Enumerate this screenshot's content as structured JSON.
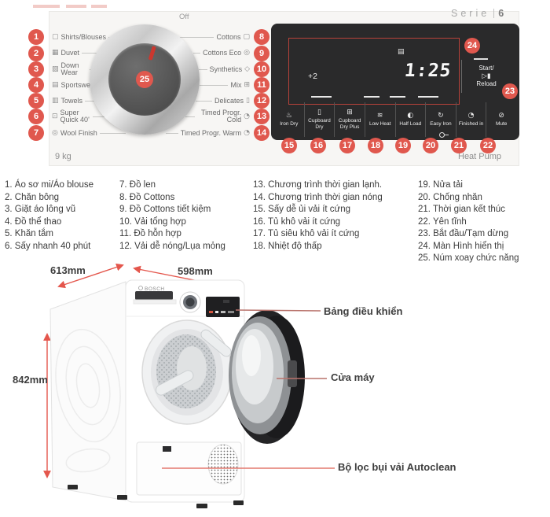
{
  "panel": {
    "off_label": "Off",
    "serie_word": "Serie",
    "serie_num": "6",
    "capacity": "9 kg",
    "tech": "Heat Pump",
    "dial_num": "25",
    "left_programs": [
      {
        "num": "1",
        "label": "Shirts/Blouses",
        "icon": "▢"
      },
      {
        "num": "2",
        "label": "Duvet",
        "icon": "▦"
      },
      {
        "num": "3",
        "label": "Down Wear",
        "icon": "▧"
      },
      {
        "num": "4",
        "label": "Sportswear",
        "icon": "▤"
      },
      {
        "num": "5",
        "label": "Towels",
        "icon": "▥"
      },
      {
        "num": "6",
        "label": "Super Quick 40'",
        "icon": "⊡"
      },
      {
        "num": "7",
        "label": "Wool Finish",
        "icon": "◎"
      }
    ],
    "right_programs": [
      {
        "num": "8",
        "label": "Cottons",
        "icon": "▢"
      },
      {
        "num": "9",
        "label": "Cottons Eco",
        "icon": "◎"
      },
      {
        "num": "10",
        "label": "Synthetics",
        "icon": "◇"
      },
      {
        "num": "11",
        "label": "Mix",
        "icon": "⊞"
      },
      {
        "num": "12",
        "label": "Delicates",
        "icon": "▯"
      },
      {
        "num": "13",
        "label": "Timed Progr. Cold",
        "icon": "◔"
      },
      {
        "num": "14",
        "label": "Timed Progr. Warm",
        "icon": "◔"
      }
    ],
    "display": {
      "num": "24",
      "offset": "+2",
      "time": "1:25",
      "icon": "▤"
    },
    "start": {
      "num": "23",
      "line1": "Start/",
      "icon": "▷▮",
      "line2": "Reload"
    },
    "buttons": [
      {
        "num": "15",
        "label": "Iron Dry",
        "icon": "♨"
      },
      {
        "num": "16",
        "label": "Cupboard Dry",
        "icon": "▯"
      },
      {
        "num": "17",
        "label": "Cupboard Dry Plus",
        "icon": "⊞"
      },
      {
        "num": "18",
        "label": "Low Heat",
        "icon": "≋"
      },
      {
        "num": "19",
        "label": "Half Load",
        "icon": "◐"
      },
      {
        "num": "20",
        "label": "Easy Iron",
        "icon": "↻"
      },
      {
        "num": "21",
        "label": "Finished in",
        "icon": "◔"
      },
      {
        "num": "22",
        "label": "Mute",
        "icon": "⊘"
      }
    ]
  },
  "legend": {
    "col1": [
      "1. Áo sơ mi/Áo blouse",
      "2. Chăn bông",
      "3. Giặt áo lông vũ",
      "4. Đồ thể thao",
      "5. Khăn tắm",
      "6. Sấy nhanh 40 phút"
    ],
    "col2": [
      "7. Đồ len",
      "8. Đồ Cottons",
      "9. Đồ Cottons tiết kiệm",
      "10. Vải tổng hợp",
      "11. Đồ hỗn hợp",
      "12. Vải dễ nóng/Lụa mỏng"
    ],
    "col3": [
      "13. Chương trình thời gian lạnh.",
      "14. Chương trình thời gian nóng",
      "15. Sấy dễ ủi vải ít cứng",
      "16. Tủ khô vải ít cứng",
      "17. Tủ siêu khô vải ít cứng",
      "18. Nhiệt độ thấp"
    ],
    "col4": [
      "19. Nửa tải",
      "20. Chống nhăn",
      "21. Thời gian kết thúc",
      "22. Yên tĩnh",
      "23. Bắt đầu/Tạm dừng",
      "24. Màn Hình hiển thị",
      "25. Núm xoay chức năng"
    ]
  },
  "drawing": {
    "brand": "BOSCH",
    "depth": "613mm",
    "width": "598mm",
    "height": "842mm",
    "label_panel": "Bảng điều khiển",
    "label_door": "Cửa máy",
    "label_filter": "Bộ lọc bụi vải Autoclean"
  }
}
